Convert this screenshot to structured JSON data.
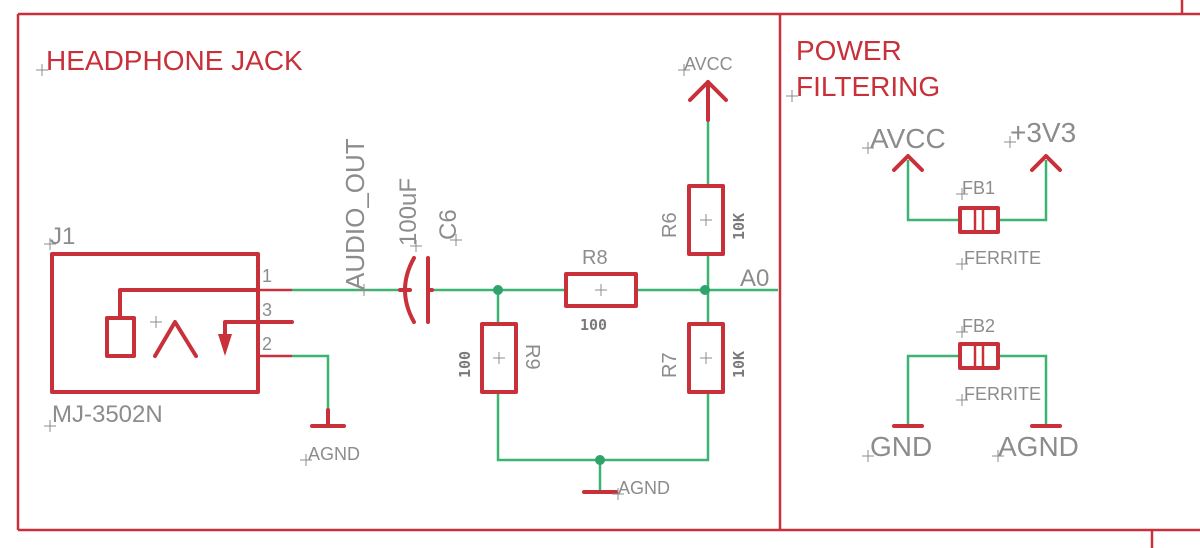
{
  "sections": {
    "headphone_title": "HEADPHONE JACK",
    "power_title_line1": "POWER",
    "power_title_line2": "FILTERING"
  },
  "jack": {
    "ref": "J1",
    "part": "MJ-3502N",
    "pin1": "1",
    "pin2": "2",
    "pin3": "3"
  },
  "nets": {
    "audio_out": "AUDIO_OUT",
    "a0": "A0",
    "avcc_top": "AVCC",
    "agnd_jack": "AGND",
    "agnd_bottom": "AGND"
  },
  "capacitor": {
    "ref": "C6",
    "value": "100uF"
  },
  "resistors": {
    "r6": {
      "ref": "R6",
      "value": "10K"
    },
    "r7": {
      "ref": "R7",
      "value": "10K"
    },
    "r8": {
      "ref": "R8",
      "value": "100"
    },
    "r9": {
      "ref": "R9",
      "value": "100"
    }
  },
  "power_filtering": {
    "fb1": {
      "ref": "FB1",
      "value": "FERRITE",
      "left_supply": "AVCC",
      "right_supply": "+3V3"
    },
    "fb2": {
      "ref": "FB2",
      "value": "FERRITE",
      "left_supply": "GND",
      "right_supply": "AGND"
    }
  },
  "colors": {
    "symbol": "#c8303a",
    "net": "#3cb371",
    "junction": "#2ea36a",
    "label": "#8c8c8c"
  }
}
